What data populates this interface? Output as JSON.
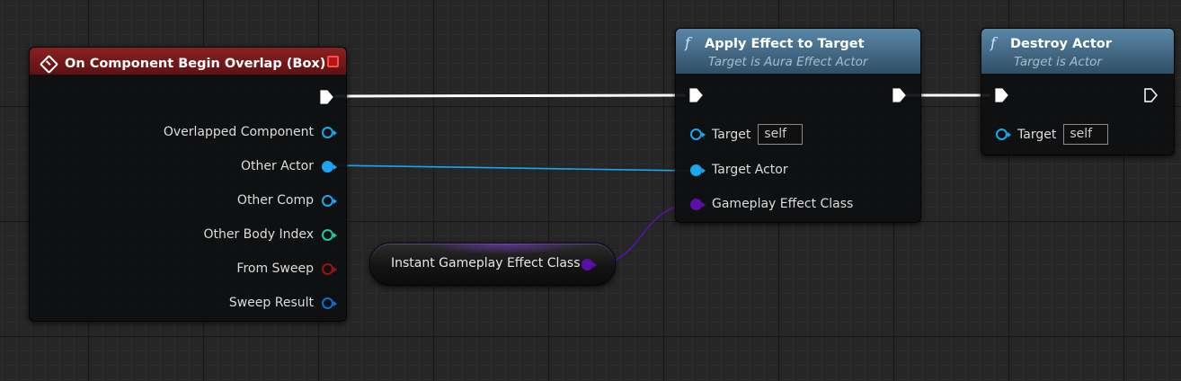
{
  "event_node": {
    "title": "On Component Begin Overlap (Box)",
    "outputs": [
      {
        "label": "Overlapped Component",
        "type": "object",
        "color": "#1aa7f0"
      },
      {
        "label": "Other Actor",
        "type": "object",
        "color": "#1aa7f0"
      },
      {
        "label": "Other Comp",
        "type": "object",
        "color": "#1aa7f0"
      },
      {
        "label": "Other Body Index",
        "type": "int",
        "color": "#20c9a0"
      },
      {
        "label": "From Sweep",
        "type": "bool",
        "color": "#9a1414"
      },
      {
        "label": "Sweep Result",
        "type": "struct",
        "color": "#0d6fd1"
      }
    ]
  },
  "apply_node": {
    "title": "Apply Effect to Target",
    "subtitle": "Target is Aura Effect Actor",
    "inputs": [
      {
        "label": "Target",
        "default": "self"
      },
      {
        "label": "Target Actor"
      },
      {
        "label": "Gameplay Effect Class",
        "color": "#5a10a8"
      }
    ]
  },
  "destroy_node": {
    "title": "Destroy Actor",
    "subtitle": "Target is Actor",
    "inputs": [
      {
        "label": "Target",
        "default": "self"
      }
    ]
  },
  "variable_node": {
    "label": "Instant Gameplay Effect Class",
    "color": "#5a10a8"
  },
  "icons": {
    "event": "event-diamond-icon",
    "function": "function-f-icon",
    "exec": "exec-arrow-icon",
    "delegate": "delegate-square-icon"
  }
}
